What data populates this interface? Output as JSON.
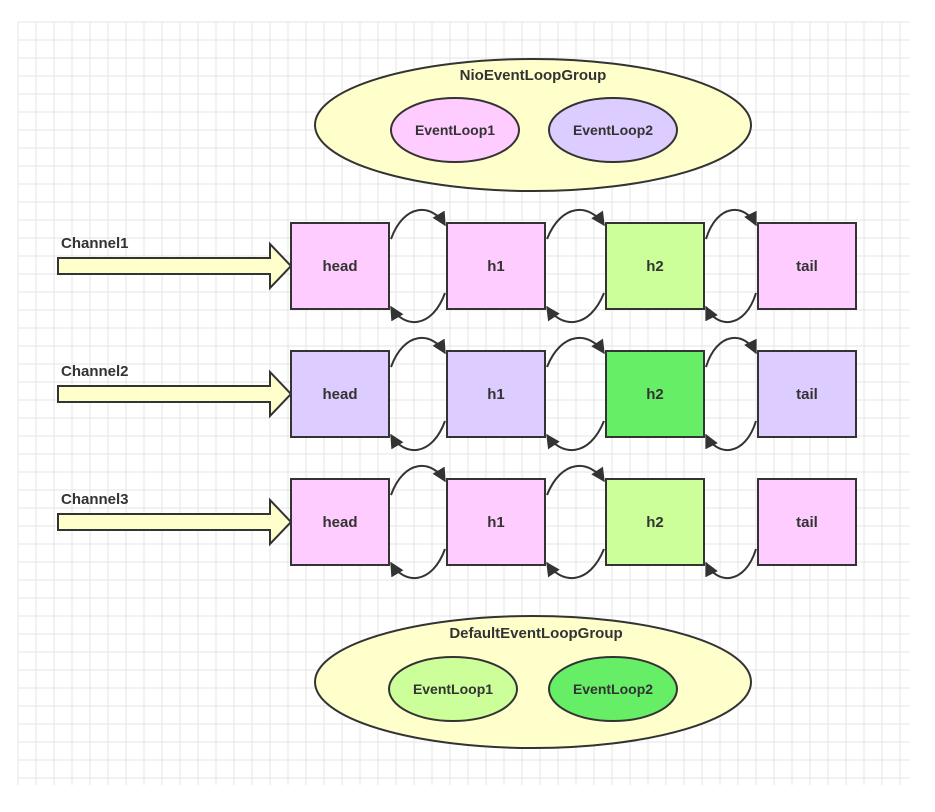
{
  "groups": {
    "nio": {
      "title": "NioEventLoopGroup",
      "loops": [
        {
          "label": "EventLoop1",
          "color": "#FFCCFF"
        },
        {
          "label": "EventLoop2",
          "color": "#DDCCFF"
        }
      ]
    },
    "default": {
      "title": "DefaultEventLoopGroup",
      "loops": [
        {
          "label": "EventLoop1",
          "color": "#CCFF99"
        },
        {
          "label": "EventLoop2",
          "color": "#66EE66"
        }
      ]
    }
  },
  "channels": [
    {
      "label": "Channel1",
      "handlers": [
        {
          "label": "head",
          "color": "#FFCCFF"
        },
        {
          "label": "h1",
          "color": "#FFCCFF"
        },
        {
          "label": "h2",
          "color": "#CCFF99"
        },
        {
          "label": "tail",
          "color": "#FFCCFF"
        }
      ]
    },
    {
      "label": "Channel2",
      "handlers": [
        {
          "label": "head",
          "color": "#DDCCFF"
        },
        {
          "label": "h1",
          "color": "#DDCCFF"
        },
        {
          "label": "h2",
          "color": "#66EE66"
        },
        {
          "label": "tail",
          "color": "#DDCCFF"
        }
      ]
    },
    {
      "label": "Channel3",
      "handlers": [
        {
          "label": "head",
          "color": "#FFCCFF"
        },
        {
          "label": "h1",
          "color": "#FFCCFF"
        },
        {
          "label": "h2",
          "color": "#CCFF99"
        },
        {
          "label": "tail",
          "color": "#FFCCFF"
        }
      ]
    }
  ],
  "colors": {
    "group_fill": "#FFFFCC",
    "arrow_fill": "#FFFFCC",
    "stroke": "#333333",
    "grid": "#e6e6e6"
  }
}
